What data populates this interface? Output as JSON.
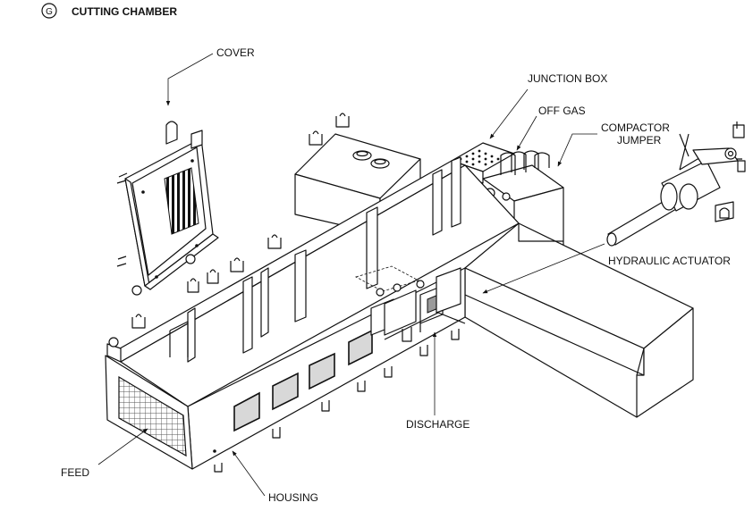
{
  "diagram": {
    "marker": "G",
    "title": "CUTTING CHAMBER",
    "labels": {
      "cover": "COVER",
      "junction_box": "JUNCTION BOX",
      "off_gas": "OFF GAS",
      "compactor_line1": "COMPACTOR",
      "compactor_line2": "JUMPER",
      "hydraulic_actuator": "HYDRAULIC ACTUATOR",
      "discharge": "DISCHARGE",
      "feed": "FEED",
      "housing": "HOUSING"
    }
  }
}
